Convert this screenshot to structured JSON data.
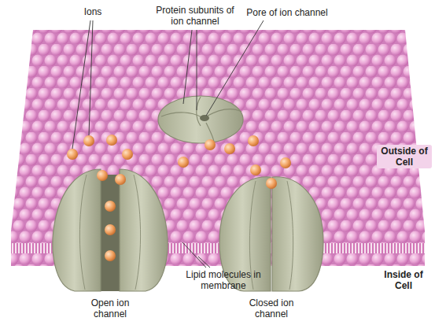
{
  "diagram": {
    "labels": [
      "Ions",
      "Protein subunits of ion channel",
      "Pore of ion channel",
      "Outside of Cell",
      "Lipid molecules in membrane",
      "Inside of Cell",
      "Open ion channel",
      "Closed ion channel"
    ]
  }
}
